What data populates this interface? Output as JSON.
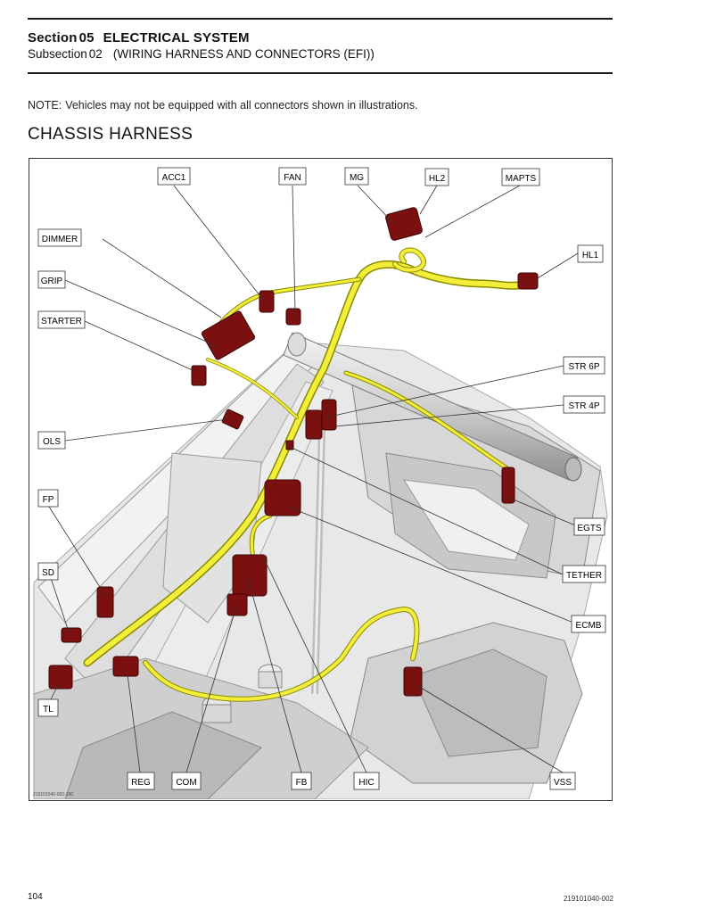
{
  "header": {
    "section_word": "Section",
    "section_number": "05",
    "section_title": "ELECTRICAL SYSTEM",
    "subsection_word": "Subsection",
    "subsection_number": "02",
    "subsection_title": "(WIRING HARNESS AND CONNECTORS (EFI))"
  },
  "note": {
    "label": "NOTE:",
    "text": "Vehicles may not be equipped with all connectors shown in illustrations."
  },
  "heading": "CHASSIS HARNESS",
  "figure": {
    "image_code": "219101040-002-100",
    "labels": {
      "acc1": "ACC1",
      "fan": "FAN",
      "mg": "MG",
      "hl2": "HL2",
      "mapts": "MAPTS",
      "dimmer": "DIMMER",
      "hl1": "HL1",
      "grip": "GRIP",
      "starter": "STARTER",
      "str6p": "STR 6P",
      "str4p": "STR 4P",
      "ols": "OLS",
      "fp": "FP",
      "egts": "EGTS",
      "sd": "SD",
      "tether": "TETHER",
      "ecmb": "ECMB",
      "tl": "TL",
      "reg": "REG",
      "com": "COM",
      "fb": "FB",
      "hic": "HIC",
      "vss": "VSS"
    }
  },
  "footer": {
    "page_number": "104",
    "doc_code": "219101040-002"
  }
}
